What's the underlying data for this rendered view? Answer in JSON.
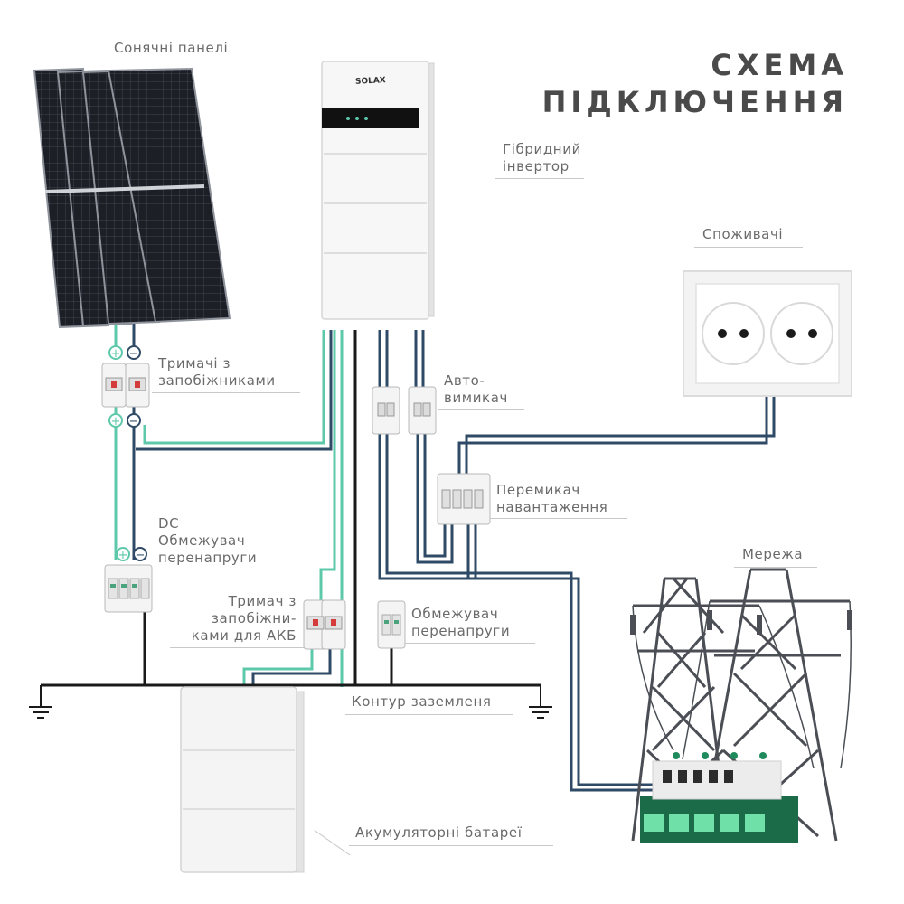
{
  "title": {
    "line1": "СХЕМА",
    "line2": "ПІДКЛЮЧЕННЯ"
  },
  "labels": {
    "solar_panels": "Сонячні панелі",
    "hybrid_inverter": "Гібридний\nінвертор",
    "consumers": "Споживачі",
    "fuse_holders": "Тримачі з\nзапобіжниками",
    "circuit_breaker": "Авто-\nвимикач",
    "load_switch": "Перемикач\nнавантаження",
    "dc_surge": "DC\nОбмежувач\nперенапруги",
    "grid": "Мережа",
    "battery_fuse": "Тримач з\nзапобіжни-\nками для АКБ",
    "surge_protector": "Обмежувач\nперенапруги",
    "ground": "Контур заземленя",
    "batteries": "Акумуляторні батареї"
  },
  "inverter_brand": "SOLAX",
  "polarity": {
    "plus": "+",
    "minus": "−"
  },
  "colors": {
    "dc_wire": "#5ec8aa",
    "ac_wire": "#2f4a66",
    "ground_wire": "#1a1a1a",
    "panel": "#1c1f26",
    "accent_green": "#1f8a5c"
  }
}
